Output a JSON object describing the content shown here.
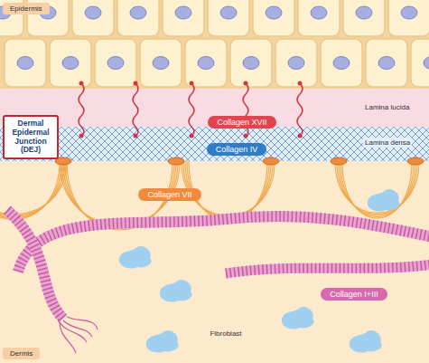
{
  "diagram": {
    "nodes": [
      {
        "text": [
          "Epidermis"
        ]
      },
      {
        "text": [
          "Dermal Epidermal Junction (DEJ)"
        ]
      },
      {
        "text": [
          "Collagen XVII"
        ]
      },
      {
        "text": [
          "Collagen IV"
        ]
      },
      {
        "text": [
          "Collagen VII"
        ]
      },
      {
        "text": [
          "Collagen I+III"
        ]
      },
      {
        "text": [
          "Dermis"
        ]
      }
    ],
    "labels": [
      "Lamina lucida",
      "Lamina densa",
      "Fibroblast"
    ]
  }
}
